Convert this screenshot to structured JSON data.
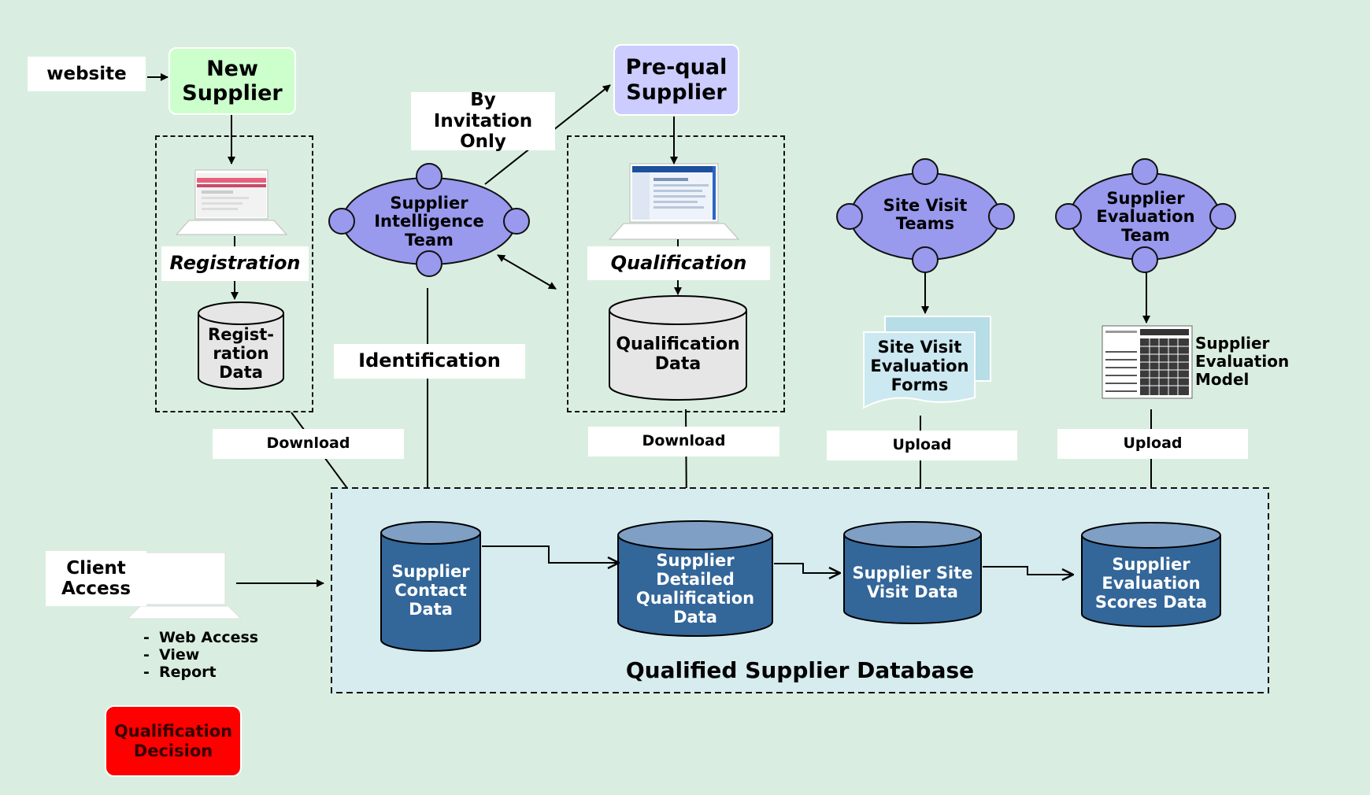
{
  "nodes": {
    "website": "website",
    "new_supplier": "New Supplier",
    "prequal_supplier": "Pre-qual Supplier",
    "by_invitation": "By Invitation Only",
    "registration": "Registration",
    "qualification": "Qualification",
    "identification": "Identification",
    "client_access": "Client Access",
    "qualification_decision": "Qualification Decision"
  },
  "teams": {
    "supplier_intelligence": "Supplier Intelligence Team",
    "site_visit": "Site Visit Teams",
    "supplier_evaluation": "Supplier Evaluation Team"
  },
  "data_stores": {
    "registration_data": "Regist-ration Data",
    "qualification_data": "Qualification Data"
  },
  "documents": {
    "site_visit_forms": "Site Visit Evaluation Forms",
    "supplier_evaluation_model": "Supplier Evaluation Model"
  },
  "flows": {
    "download_1": "Download",
    "download_2": "Download",
    "upload_1": "Upload",
    "upload_2": "Upload"
  },
  "database": {
    "title": "Qualified Supplier Database",
    "tables": [
      "Supplier Contact Data",
      "Supplier Detailed Qualification Data",
      "Supplier Site Visit Data",
      "Supplier Evaluation Scores Data"
    ]
  },
  "client_features": [
    "Web Access",
    "View",
    "Report"
  ],
  "colors": {
    "background": "#d9eee0",
    "new_supplier": "#ccffcc",
    "prequal_supplier": "#ccccff",
    "team_oval": "#9999ee",
    "database_panel": "#d6ecef",
    "db_cylinder": "#336699",
    "db_cylinder_top": "#7f9fc4",
    "data_cylinder": "#e6e6e6",
    "decision": "#ff0000",
    "form": "#cce8f0"
  }
}
